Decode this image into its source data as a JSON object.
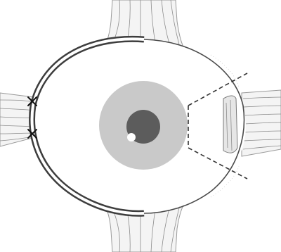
{
  "figure": {
    "colors": {
      "outline": "#3d3d3d",
      "iris": "#c9c9c9",
      "pupil": "#5c5c5c",
      "muscle": "#f4f4f4",
      "dashed_line": "#333333"
    },
    "structures": [
      "globe",
      "iris",
      "pupil",
      "superior-rectus-muscle",
      "inferior-rectus-muscle",
      "medial-rectus-muscle",
      "lateral-rectus-muscle",
      "resection-segment",
      "suture-marks"
    ]
  }
}
